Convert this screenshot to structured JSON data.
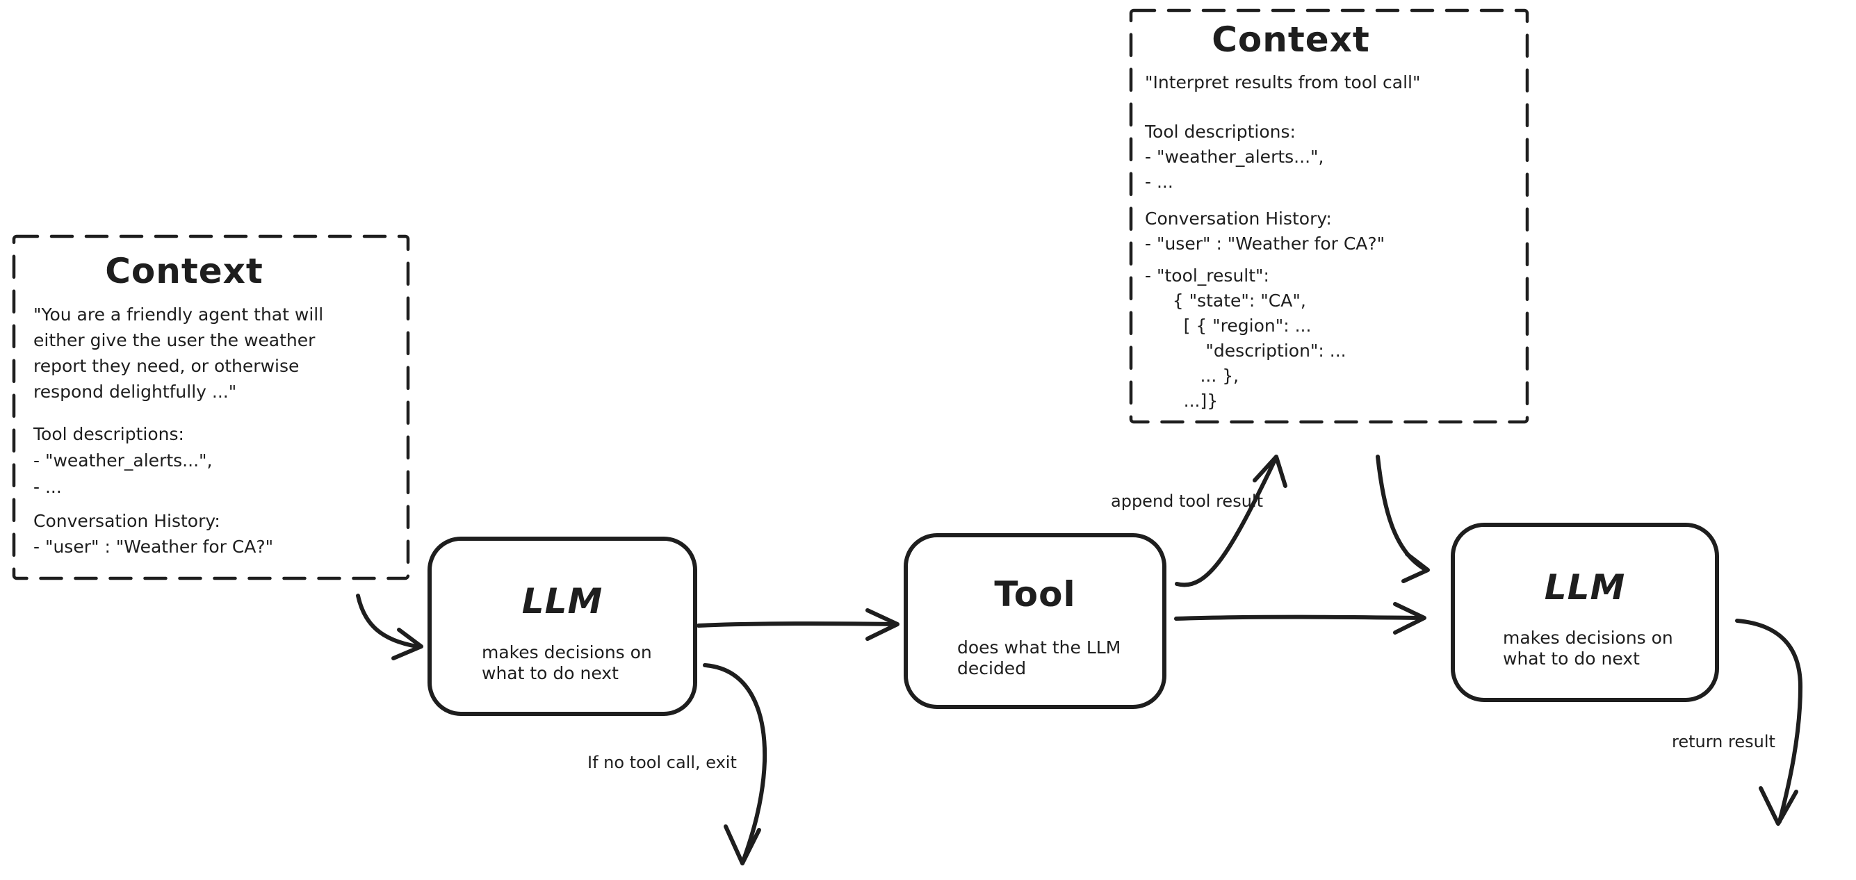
{
  "colors": {
    "stroke": "#1e1e1e",
    "background": "#ffffff"
  },
  "nodes": {
    "context1": {
      "title": "Context",
      "system_prompt": "\"You are a friendly agent that will\neither give the user the weather\nreport they need, or otherwise\nrespond delightfully ...\"",
      "tool_descriptions": "Tool descriptions:\n- \"weather_alerts...\",\n- ...",
      "conversation_history": "Conversation History:\n- \"user\" : \"Weather for CA?\""
    },
    "llm1": {
      "title": "LLM",
      "subtitle": "makes decisions on\nwhat to do next"
    },
    "tool": {
      "title": "Tool",
      "subtitle": "does what the LLM\ndecided"
    },
    "context2": {
      "title": "Context",
      "system_prompt": "\"Interpret results from tool call\"",
      "tool_descriptions": "Tool descriptions:\n- \"weather_alerts...\",\n- ...",
      "conversation_history": "Conversation History:\n- \"user\" : \"Weather for CA?\"",
      "tool_result": "- \"tool_result\":\n     { \"state\": \"CA\",\n       [ { \"region\": ...\n           \"description\": ...\n          ... },\n       ...]}"
    },
    "llm2": {
      "title": "LLM",
      "subtitle": "makes decisions on\nwhat to do next"
    }
  },
  "labels": {
    "append_tool_result": "append tool result",
    "no_tool_call_exit": "If no tool call, exit",
    "return_result": "return result"
  }
}
